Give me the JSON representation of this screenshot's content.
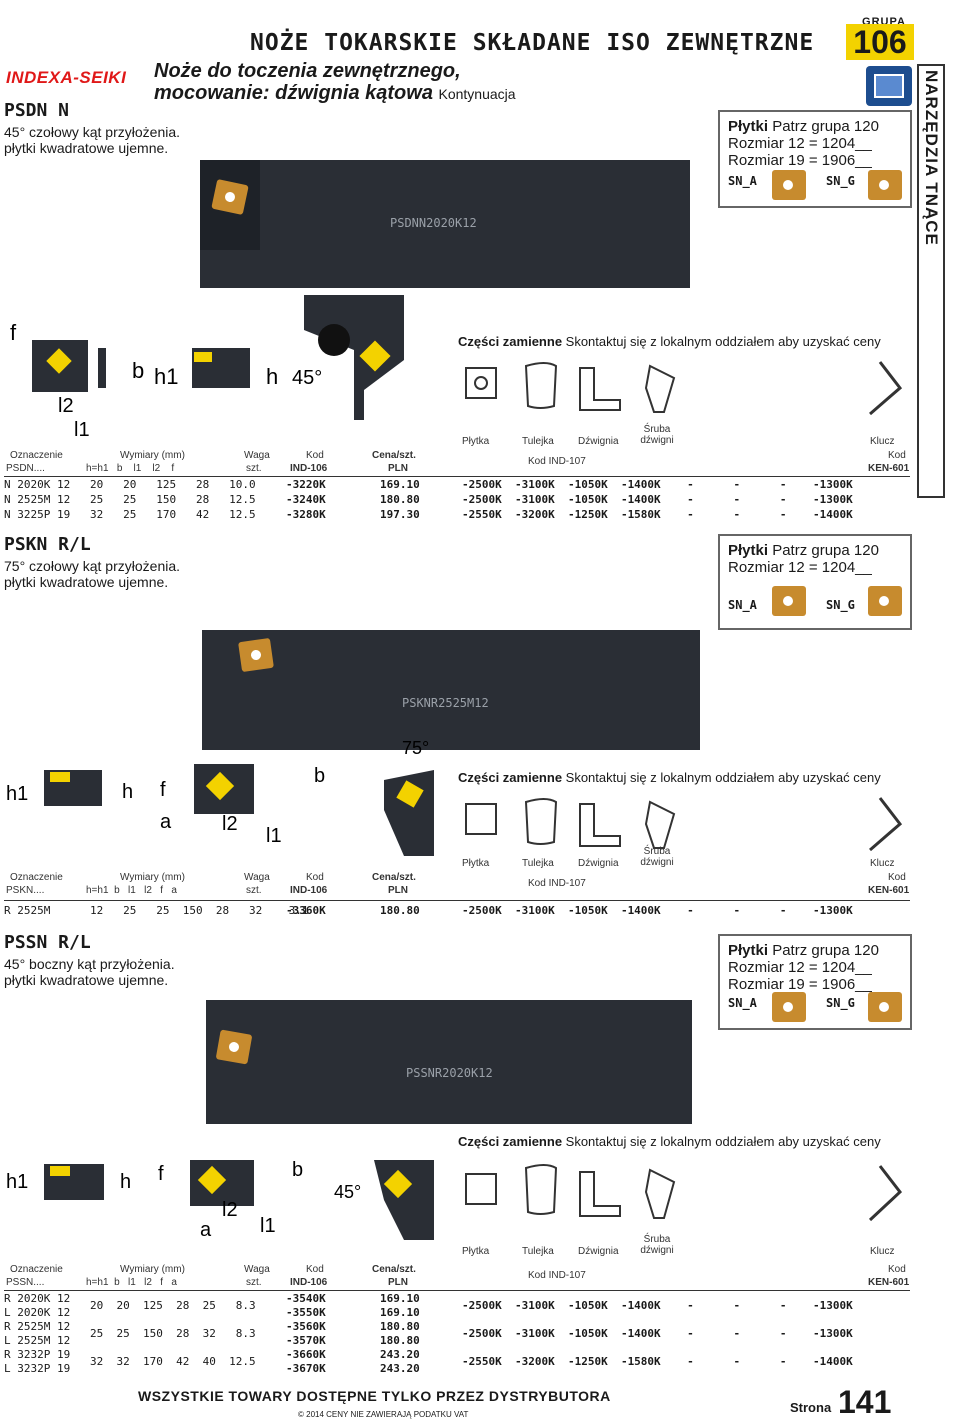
{
  "header": {
    "brand": "INDEXA-SEIKI",
    "title": "NOŻE TOKARSKIE SKŁADANE ISO ZEWNĘTRZNE",
    "grupa_label": "GRUPA",
    "grupa_num": "106",
    "subtitle_line1": "Noże do toczenia zewnętrznego,",
    "subtitle_line2": "mocowanie: dźwignia kątowa",
    "subtitle_cont": "Kontynuacja"
  },
  "side_tab": "NARZĘDZIA TNĄCE",
  "sections": [
    {
      "code": "PSDN N",
      "desc1": "45° czołowy kąt przyłożenia.",
      "desc2": "płytki kwadratowe ujemne.",
      "holder_text": "PSDNN2020K12",
      "inserts": {
        "title_b": "Płytki",
        "title": " Patrz grupa 120",
        "line1": "Rozmiar 12 = 1204__",
        "line2": "Rozmiar 19 = 1906__",
        "a": "SN_A",
        "g": "SN_G"
      },
      "angle": "45°",
      "spare": {
        "b": "Części zamienne",
        "t": " Skontaktuj się z lokalnym oddziałem aby uzyskać ceny"
      },
      "part_labels": [
        "Płytka",
        "Tulejka",
        "Dźwignia",
        "Śruba dźwigni",
        "Klucz"
      ],
      "hdr": {
        "oz": "Oznaczenie",
        "code": "PSDN....",
        "wym": "Wymiary (mm)",
        "cols": "h=h1   b    l1    l2    f",
        "waga": "Waga",
        "szt": "szt.",
        "kod": "Kod",
        "ind": "IND-106",
        "cena": "Cena/szt.",
        "pln": "PLN",
        "kod107": "Kod IND-107",
        "kodk": "Kod",
        "ken": "KEN-601"
      },
      "rows": [
        {
          "name": "N 2020K 12",
          "dims": "20   20   125   28   10.0",
          "kod": "-3220K",
          "cena": "169.10",
          "parts": "-2500K  -3100K  -1050K  -1400K    -      -      -    -1300K"
        },
        {
          "name": "N 2525M 12",
          "dims": "25   25   150   28   12.5",
          "kod": "-3240K",
          "cena": "180.80",
          "parts": "-2500K  -3100K  -1050K  -1400K    -      -      -    -1300K"
        },
        {
          "name": "N 3225P 19",
          "dims": "32   25   170   42   12.5",
          "kod": "-3280K",
          "cena": "197.30",
          "parts": "-2550K  -3200K  -1250K  -1580K    -      -      -    -1400K"
        }
      ]
    },
    {
      "code": "PSKN R/L",
      "desc1": "75° czołowy kąt przyłożenia.",
      "desc2": "płytki kwadratowe ujemne.",
      "holder_text": "PSKNR2525M12",
      "inserts": {
        "title_b": "Płytki",
        "title": " Patrz grupa 120",
        "line1": "Rozmiar 12 = 1204__",
        "line2": "",
        "a": "SN_A",
        "g": "SN_G"
      },
      "angle": "75°",
      "spare": {
        "b": "Części zamienne",
        "t": " Skontaktuj się z lokalnym oddziałem aby uzyskać ceny"
      },
      "part_labels": [
        "Płytka",
        "Tulejka",
        "Dźwignia",
        "Śruba dźwigni",
        "Klucz"
      ],
      "hdr": {
        "oz": "Oznaczenie",
        "code": "PSKN....",
        "wym": "Wymiary (mm)",
        "cols": "h=h1  b   l1   l2   f   a",
        "waga": "Waga",
        "szt": "szt.",
        "kod": "Kod",
        "ind": "IND-106",
        "cena": "Cena/szt.",
        "pln": "PLN",
        "kod107": "Kod IND-107",
        "kodk": "Kod",
        "ken": "KEN-601"
      },
      "rows": [
        {
          "name": "R 2525M",
          "dims": "12   25   25  150  28   32    3.1",
          "kod": "-3360K",
          "cena": "180.80",
          "parts": "-2500K  -3100K  -1050K  -1400K    -      -      -    -1300K"
        }
      ]
    },
    {
      "code": "PSSN R/L",
      "desc1": "45° boczny kąt przyłożenia.",
      "desc2": "płytki kwadratowe ujemne.",
      "holder_text": "PSSNR2020K12",
      "inserts": {
        "title_b": "Płytki",
        "title": " Patrz grupa 120",
        "line1": "Rozmiar 12 = 1204__",
        "line2": "Rozmiar 19 = 1906__",
        "a": "SN_A",
        "g": "SN_G"
      },
      "angle": "45°",
      "spare": {
        "b": "Części zamienne",
        "t": " Skontaktuj się z lokalnym oddziałem aby uzyskać ceny"
      },
      "part_labels": [
        "Płytka",
        "Tulejka",
        "Dźwignia",
        "Śruba dźwigni",
        "Klucz"
      ],
      "hdr": {
        "oz": "Oznaczenie",
        "code": "PSSN....",
        "wym": "Wymiary (mm)",
        "cols": "h=h1  b   l1   l2   f   a",
        "waga": "Waga",
        "szt": "szt.",
        "kod": "Kod",
        "ind": "IND-106",
        "cena": "Cena/szt.",
        "pln": "PLN",
        "kod107": "Kod IND-107",
        "kodk": "Kod",
        "ken": "KEN-601"
      },
      "rows": [
        {
          "name": "R 2020K 12",
          "dims": "",
          "kod": "-3540K",
          "cena": "169.10",
          "parts": ""
        },
        {
          "name": "L 2020K 12",
          "dims": "20  20  125  28  25   8.3",
          "kod": "-3550K",
          "cena": "169.10",
          "parts": "-2500K  -3100K  -1050K  -1400K    -      -      -    -1300K"
        },
        {
          "name": "R 2525M 12",
          "dims": "",
          "kod": "-3560K",
          "cena": "180.80",
          "parts": ""
        },
        {
          "name": "L 2525M 12",
          "dims": "25  25  150  28  32   8.3",
          "kod": "-3570K",
          "cena": "180.80",
          "parts": "-2500K  -3100K  -1050K  -1400K    -      -      -    -1300K"
        },
        {
          "name": "R 3232P 19",
          "dims": "",
          "kod": "-3660K",
          "cena": "243.20",
          "parts": ""
        },
        {
          "name": "L 3232P 19",
          "dims": "32  32  170  42  40  12.5",
          "kod": "-3670K",
          "cena": "243.20",
          "parts": "-2550K  -3200K  -1250K  -1580K    -      -      -    -1400K"
        }
      ]
    }
  ],
  "footer": {
    "main": "WSZYSTKIE TOWARY DOSTĘPNE TYLKO PRZEZ DYSTRYBUTORA",
    "sub": "© 2014  CENY NIE ZAWIERAJĄ PODATKU VAT",
    "strona": "Strona",
    "page": "141"
  }
}
